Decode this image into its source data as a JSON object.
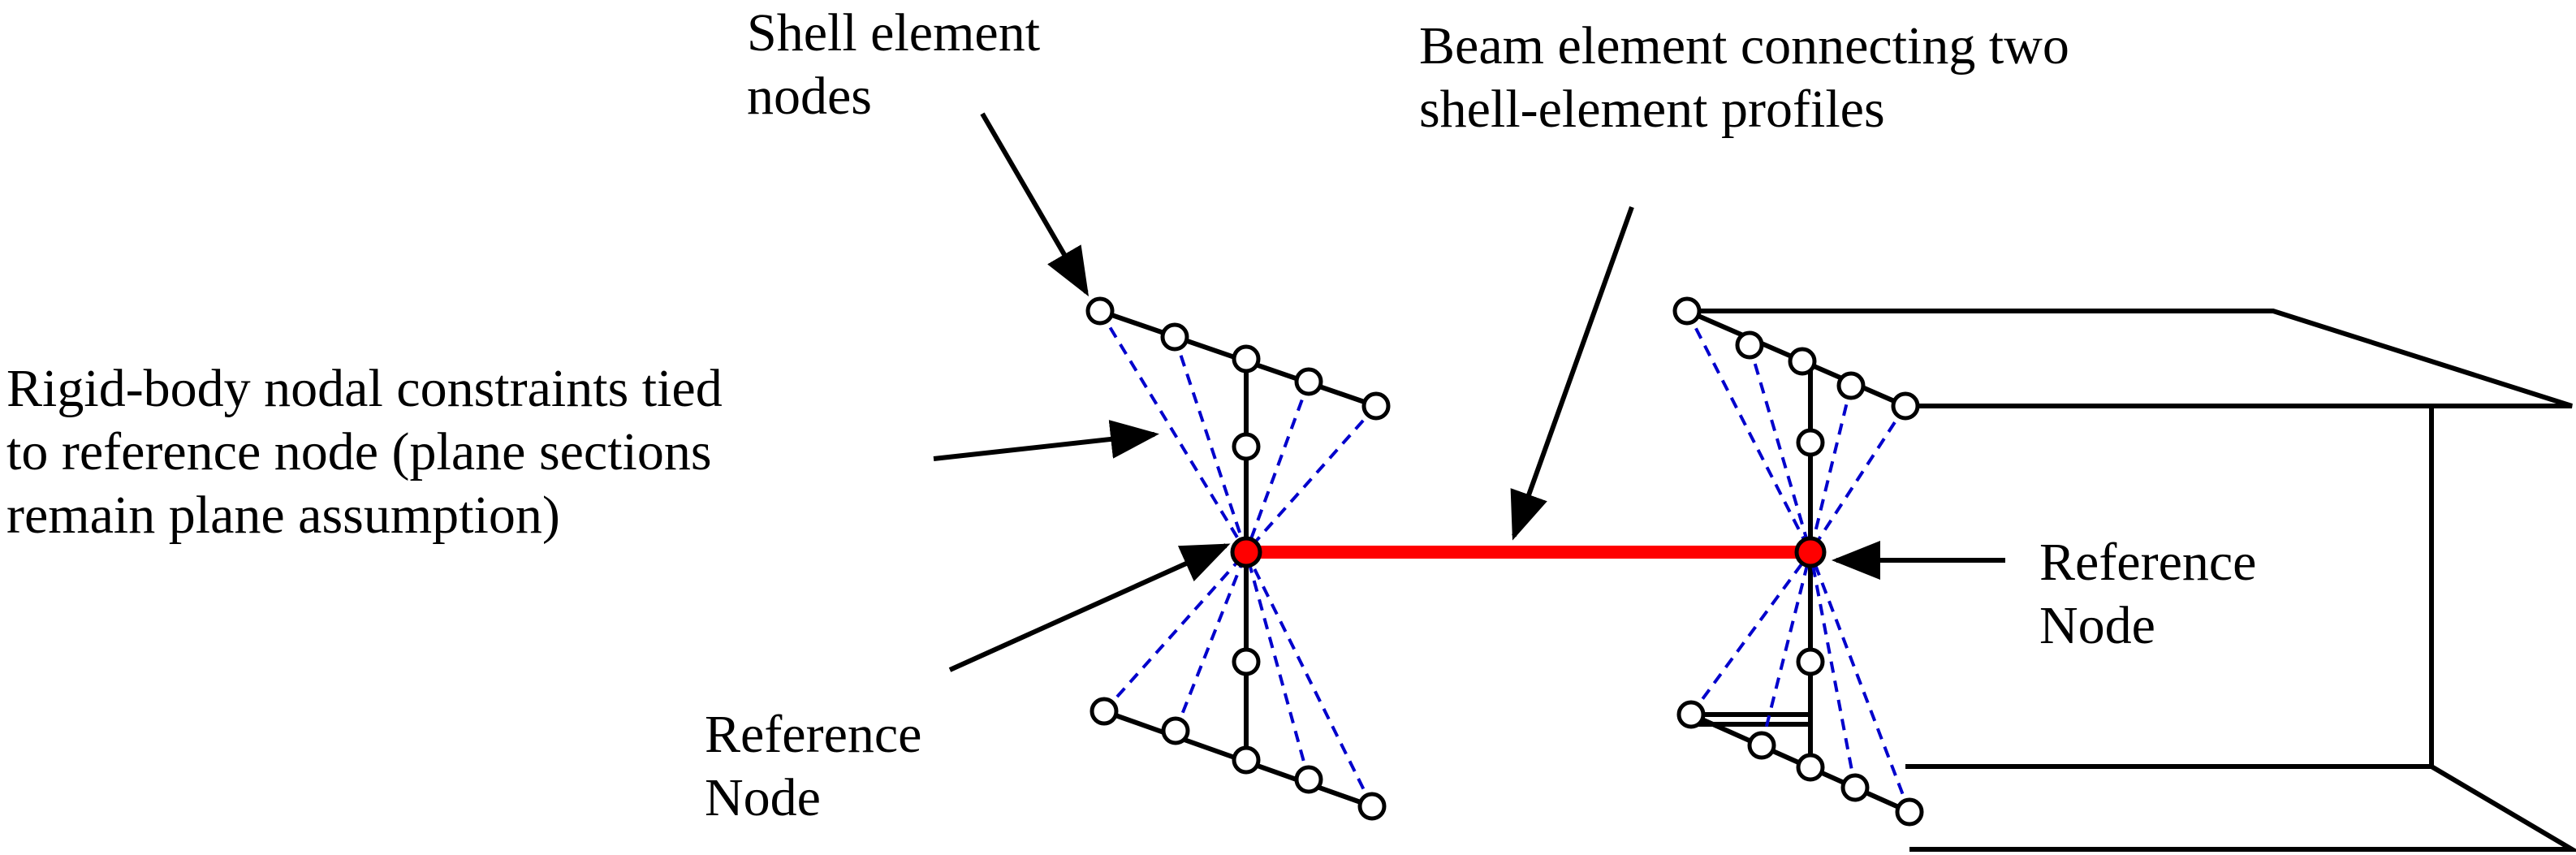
{
  "labels": {
    "shell_nodes": [
      "Shell element",
      "nodes"
    ],
    "beam_element": [
      "Beam element connecting two",
      "shell-element profiles"
    ],
    "rigid_body": [
      "Rigid-body nodal constraints tied",
      "to reference node (plane sections",
      "remain plane assumption)"
    ],
    "reference_node_left": [
      "Reference",
      "Node"
    ],
    "reference_node_right": [
      "Reference",
      "Node"
    ]
  },
  "colors": {
    "beam": "#ff0000",
    "reference_node": "#ff0000",
    "constraint_lines": "#0000cc",
    "structure": "#000000",
    "node_fill": "#ffffff"
  }
}
